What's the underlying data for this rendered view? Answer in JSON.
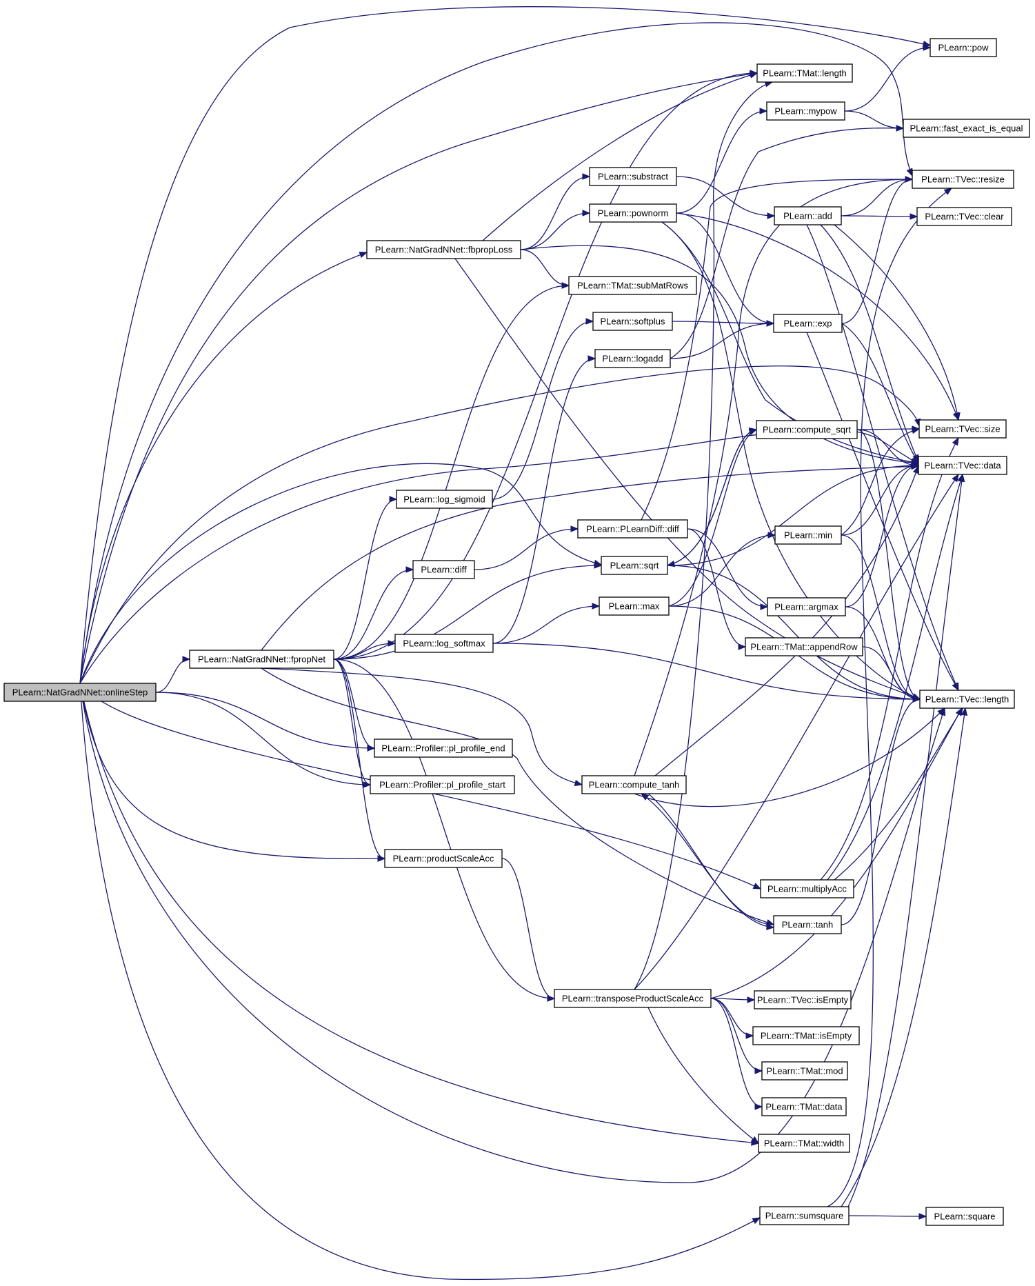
{
  "graph": {
    "root": "PLearn::NatGradNNet::onlineStep",
    "nodes": [
      {
        "id": "onlineStep",
        "label": "PLearn::NatGradNNet::onlineStep"
      },
      {
        "id": "fpropNet",
        "label": "PLearn::NatGradNNet::fpropNet"
      },
      {
        "id": "fbpropLoss",
        "label": "PLearn::NatGradNNet::fbpropLoss"
      },
      {
        "id": "pow",
        "label": "PLearn::pow"
      },
      {
        "id": "tmat_length",
        "label": "PLearn::TMat::length"
      },
      {
        "id": "mypow",
        "label": "PLearn::mypow"
      },
      {
        "id": "fast_exact_is_equal",
        "label": "PLearn::fast_exact_is_equal"
      },
      {
        "id": "substract",
        "label": "PLearn::substract"
      },
      {
        "id": "tvec_resize",
        "label": "PLearn::TVec::resize"
      },
      {
        "id": "pownorm",
        "label": "PLearn::pownorm"
      },
      {
        "id": "add",
        "label": "PLearn::add"
      },
      {
        "id": "tvec_clear",
        "label": "PLearn::TVec::clear"
      },
      {
        "id": "submatrows",
        "label": "PLearn::TMat::subMatRows"
      },
      {
        "id": "softplus",
        "label": "PLearn::softplus"
      },
      {
        "id": "exp",
        "label": "PLearn::exp"
      },
      {
        "id": "logadd",
        "label": "PLearn::logadd"
      },
      {
        "id": "compute_sqrt",
        "label": "PLearn::compute_sqrt"
      },
      {
        "id": "tvec_size",
        "label": "PLearn::TVec::size"
      },
      {
        "id": "tvec_data",
        "label": "PLearn::TVec::data"
      },
      {
        "id": "log_sigmoid",
        "label": "PLearn::log_sigmoid"
      },
      {
        "id": "plearndiff_diff",
        "label": "PLearn::PLearnDiff::diff"
      },
      {
        "id": "min",
        "label": "PLearn::min"
      },
      {
        "id": "diff",
        "label": "PLearn::diff"
      },
      {
        "id": "sqrt",
        "label": "PLearn::sqrt"
      },
      {
        "id": "max",
        "label": "PLearn::max"
      },
      {
        "id": "argmax",
        "label": "PLearn::argmax"
      },
      {
        "id": "log_softmax",
        "label": "PLearn::log_softmax"
      },
      {
        "id": "appendrow",
        "label": "PLearn::TMat::appendRow"
      },
      {
        "id": "tvec_length",
        "label": "PLearn::TVec::length"
      },
      {
        "id": "profile_end",
        "label": "PLearn::Profiler::pl_profile_end"
      },
      {
        "id": "profile_start",
        "label": "PLearn::Profiler::pl_profile_start"
      },
      {
        "id": "compute_tanh",
        "label": "PLearn::compute_tanh"
      },
      {
        "id": "productscaleacc",
        "label": "PLearn::productScaleAcc"
      },
      {
        "id": "multiplyacc",
        "label": "PLearn::multiplyAcc"
      },
      {
        "id": "tanh",
        "label": "PLearn::tanh"
      },
      {
        "id": "transposeproductscaleacc",
        "label": "PLearn::transposeProductScaleAcc"
      },
      {
        "id": "tvec_isempty",
        "label": "PLearn::TVec::isEmpty"
      },
      {
        "id": "tmat_isempty",
        "label": "PLearn::TMat::isEmpty"
      },
      {
        "id": "tmat_mod",
        "label": "PLearn::TMat::mod"
      },
      {
        "id": "tmat_data",
        "label": "PLearn::TMat::data"
      },
      {
        "id": "tmat_width",
        "label": "PLearn::TMat::width"
      },
      {
        "id": "sumsquare",
        "label": "PLearn::sumsquare"
      },
      {
        "id": "square",
        "label": "PLearn::square"
      }
    ],
    "edges": [
      [
        "onlineStep",
        "pow"
      ],
      [
        "onlineStep",
        "tmat_length"
      ],
      [
        "onlineStep",
        "tvec_resize"
      ],
      [
        "onlineStep",
        "fbpropLoss"
      ],
      [
        "onlineStep",
        "tvec_size"
      ],
      [
        "onlineStep",
        "tvec_data"
      ],
      [
        "onlineStep",
        "sqrt"
      ],
      [
        "onlineStep",
        "fpropNet"
      ],
      [
        "onlineStep",
        "profile_end"
      ],
      [
        "onlineStep",
        "profile_start"
      ],
      [
        "onlineStep",
        "productscaleacc"
      ],
      [
        "onlineStep",
        "multiplyacc"
      ],
      [
        "onlineStep",
        "tmat_width"
      ],
      [
        "onlineStep",
        "tvec_length"
      ],
      [
        "onlineStep",
        "sumsquare"
      ],
      [
        "fbpropLoss",
        "tmat_length"
      ],
      [
        "fbpropLoss",
        "substract"
      ],
      [
        "fbpropLoss",
        "pownorm"
      ],
      [
        "fbpropLoss",
        "submatrows"
      ],
      [
        "fbpropLoss",
        "tvec_data"
      ],
      [
        "fbpropLoss",
        "tvec_length"
      ],
      [
        "fpropNet",
        "tmat_length"
      ],
      [
        "fpropNet",
        "submatrows"
      ],
      [
        "fpropNet",
        "log_sigmoid"
      ],
      [
        "fpropNet",
        "diff"
      ],
      [
        "fpropNet",
        "sqrt"
      ],
      [
        "fpropNet",
        "log_softmax"
      ],
      [
        "fpropNet",
        "tvec_data"
      ],
      [
        "fpropNet",
        "compute_tanh"
      ],
      [
        "fpropNet",
        "tanh"
      ],
      [
        "fpropNet",
        "profile_end"
      ],
      [
        "fpropNet",
        "profile_start"
      ],
      [
        "fpropNet",
        "productscaleacc"
      ],
      [
        "fpropNet",
        "transposeproductscaleacc"
      ],
      [
        "pownorm",
        "mypow"
      ],
      [
        "pownorm",
        "exp"
      ],
      [
        "pownorm",
        "tvec_size"
      ],
      [
        "pownorm",
        "tvec_data"
      ],
      [
        "pownorm",
        "tvec_length"
      ],
      [
        "mypow",
        "pow"
      ],
      [
        "mypow",
        "fast_exact_is_equal"
      ],
      [
        "substract",
        "add"
      ],
      [
        "add",
        "tvec_resize"
      ],
      [
        "add",
        "tvec_clear"
      ],
      [
        "add",
        "tvec_size"
      ],
      [
        "add",
        "tvec_data"
      ],
      [
        "add",
        "tvec_length"
      ],
      [
        "softplus",
        "exp"
      ],
      [
        "logadd",
        "exp"
      ],
      [
        "logadd",
        "fast_exact_is_equal"
      ],
      [
        "exp",
        "tvec_resize"
      ],
      [
        "exp",
        "tvec_data"
      ],
      [
        "exp",
        "tvec_length"
      ],
      [
        "log_sigmoid",
        "softplus"
      ],
      [
        "log_softmax",
        "logadd"
      ],
      [
        "log_softmax",
        "max"
      ],
      [
        "log_softmax",
        "tvec_length"
      ],
      [
        "diff",
        "plearndiff_diff"
      ],
      [
        "plearndiff_diff",
        "tvec_resize"
      ],
      [
        "plearndiff_diff",
        "argmax"
      ],
      [
        "plearndiff_diff",
        "appendrow"
      ],
      [
        "sqrt",
        "compute_sqrt"
      ],
      [
        "sqrt",
        "tvec_data"
      ],
      [
        "sqrt",
        "tvec_length"
      ],
      [
        "compute_sqrt",
        "sqrt"
      ],
      [
        "compute_sqrt",
        "tvec_size"
      ],
      [
        "compute_sqrt",
        "tvec_data"
      ],
      [
        "compute_sqrt",
        "tvec_length"
      ],
      [
        "max",
        "min"
      ],
      [
        "max",
        "compute_sqrt"
      ],
      [
        "max",
        "tvec_length"
      ],
      [
        "min",
        "tvec_size"
      ],
      [
        "min",
        "tvec_data"
      ],
      [
        "min",
        "tvec_length"
      ],
      [
        "argmax",
        "tvec_data"
      ],
      [
        "argmax",
        "tvec_length"
      ],
      [
        "appendrow",
        "tvec_length"
      ],
      [
        "compute_tanh",
        "tvec_data"
      ],
      [
        "compute_tanh",
        "tanh"
      ],
      [
        "compute_tanh",
        "tvec_length"
      ],
      [
        "compute_tanh",
        "tvec_resize"
      ],
      [
        "tanh",
        "compute_tanh"
      ],
      [
        "tanh",
        "tvec_length"
      ],
      [
        "multiplyacc",
        "tvec_size"
      ],
      [
        "multiplyacc",
        "tvec_data"
      ],
      [
        "multiplyacc",
        "tvec_length"
      ],
      [
        "productscaleacc",
        "transposeproductscaleacc"
      ],
      [
        "transposeproductscaleacc",
        "tvec_isempty"
      ],
      [
        "transposeproductscaleacc",
        "tmat_isempty"
      ],
      [
        "transposeproductscaleacc",
        "tmat_mod"
      ],
      [
        "transposeproductscaleacc",
        "tmat_data"
      ],
      [
        "transposeproductscaleacc",
        "tmat_width"
      ],
      [
        "transposeproductscaleacc",
        "tvec_data"
      ],
      [
        "transposeproductscaleacc",
        "tvec_length"
      ],
      [
        "transposeproductscaleacc",
        "tmat_length"
      ],
      [
        "sumsquare",
        "square"
      ],
      [
        "sumsquare",
        "tvec_data"
      ],
      [
        "sumsquare",
        "tvec_length"
      ],
      [
        "sumsquare",
        "tvec_resize"
      ]
    ]
  }
}
